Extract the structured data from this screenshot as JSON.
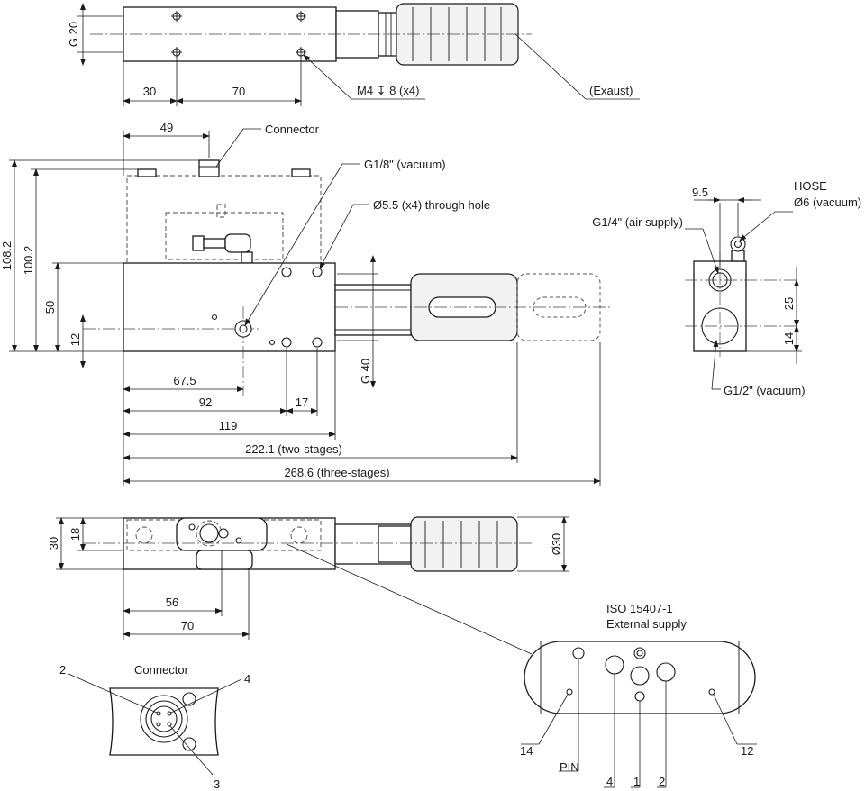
{
  "top_view": {
    "dim_g20": "G 20",
    "dim_30": "30",
    "dim_70": "70",
    "thread_callout": "M4 ↧ 8 (x4)",
    "exhaust": "(Exaust)"
  },
  "front_view": {
    "dim_49": "49",
    "connector": "Connector",
    "vacuum_port": "G1/8\" (vacuum)",
    "through_hole": "Ø5.5 (x4) through hole",
    "dim_108_2": "108.2",
    "dim_100_2": "100.2",
    "dim_50": "50",
    "dim_12": "12",
    "dim_g40": "G 40",
    "dim_67_5": "67.5",
    "dim_92": "92",
    "dim_17": "17",
    "dim_119": "119",
    "dim_222_1": "222.1 (two-stages)",
    "dim_268_6": "268.6 (three-stages)"
  },
  "side_view": {
    "dim_9_5": "9.5",
    "hose_1": "HOSE",
    "hose_2": "Ø6 (vacuum)",
    "air_supply": "G1/4\" (air supply)",
    "dim_25": "25",
    "dim_14": "14",
    "vacuum_half": "G1/2\" (vacuum)"
  },
  "bottom_view": {
    "dim_30": "30",
    "dim_18": "18",
    "dim_d30": "Ø30",
    "dim_56": "56",
    "dim_70": "70"
  },
  "connector_detail": {
    "title": "Connector",
    "pin_2": "2",
    "pin_4": "4",
    "pin_3": "3"
  },
  "iso_detail": {
    "title_1": "ISO 15407-1",
    "title_2": "External supply",
    "port_14": "14",
    "pin": "PIN",
    "port_4": "4",
    "port_1": "1",
    "port_2": "2",
    "port_12": "12"
  }
}
